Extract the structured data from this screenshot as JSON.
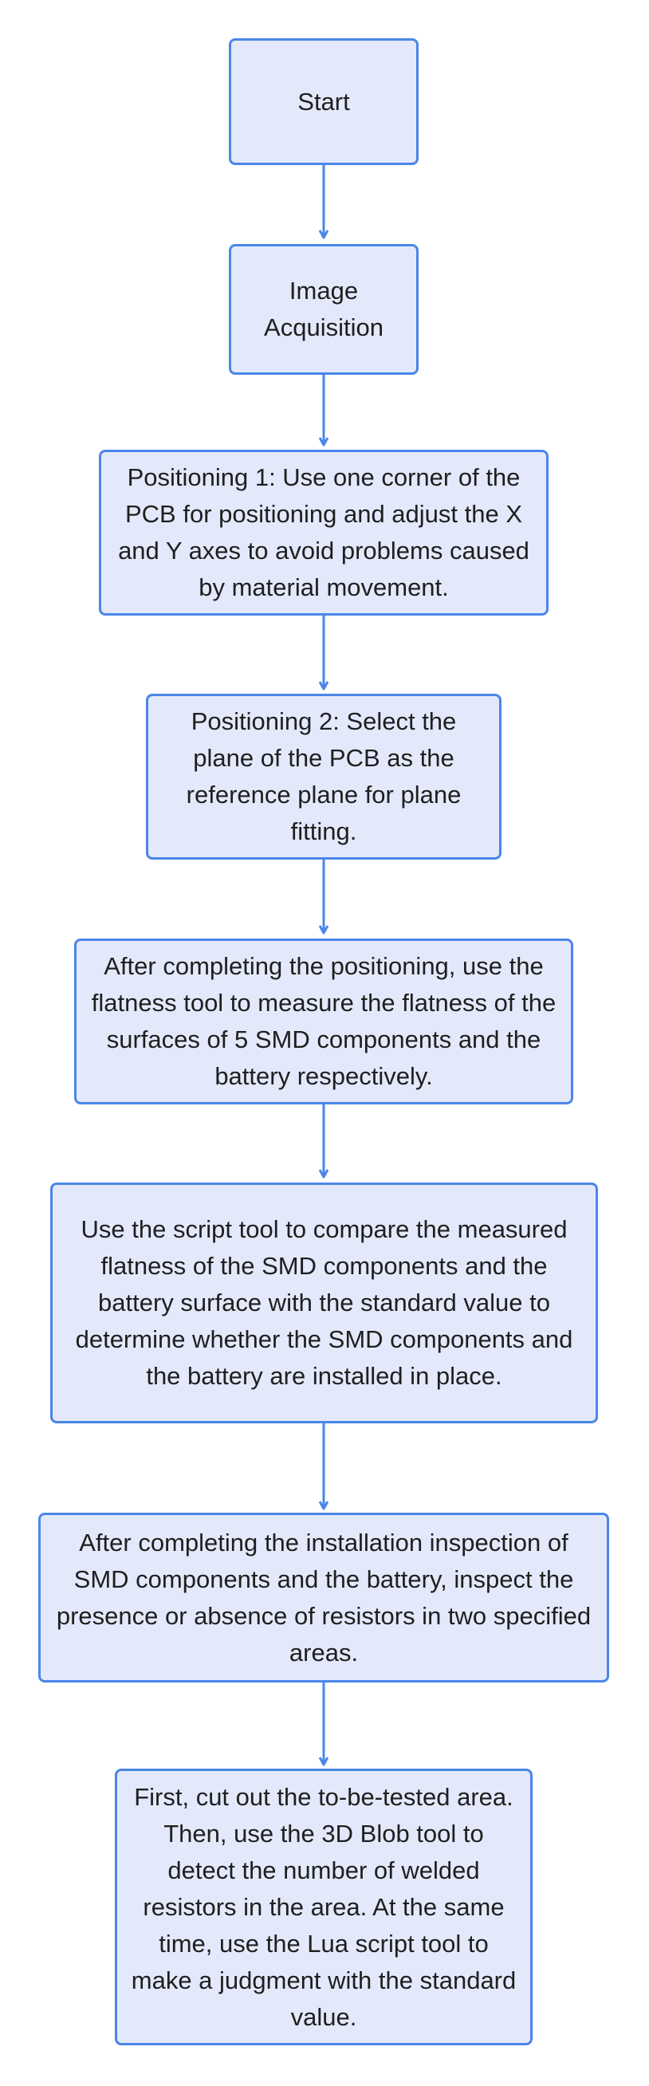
{
  "flowchart": {
    "steps": [
      {
        "id": "start",
        "text": "Start"
      },
      {
        "id": "image-acquisition",
        "text": "Image Acquisition"
      },
      {
        "id": "positioning-1",
        "text": "Positioning 1: Use one corner of the PCB for positioning and adjust the X and Y axes to avoid problems caused by material movement."
      },
      {
        "id": "positioning-2",
        "text": "Positioning 2: Select the plane of the PCB as the reference plane for plane fitting."
      },
      {
        "id": "flatness-measure",
        "text": "After completing the positioning, use the flatness tool to measure the flatness of the surfaces of 5 SMD components and the battery respectively."
      },
      {
        "id": "script-compare",
        "text": "Use the script tool to compare the measured flatness of the SMD components and the battery surface with the standard value to determine whether the SMD components and the battery are installed in place."
      },
      {
        "id": "resistor-inspection",
        "text": "After completing the installation inspection of SMD components and the battery, inspect the presence or absence of resistors in two specified areas."
      },
      {
        "id": "blob-detection",
        "text": "First, cut out the to-be-tested area. Then, use the 3D Blob tool to detect the number of welded resistors in the area. At the same time, use the Lua script tool to make a judgment with the standard value."
      }
    ],
    "colors": {
      "node_fill": "#e3e9fb",
      "node_border": "#4a86e8",
      "arrow": "#4a86e8",
      "text": "#1f1f1f"
    }
  }
}
